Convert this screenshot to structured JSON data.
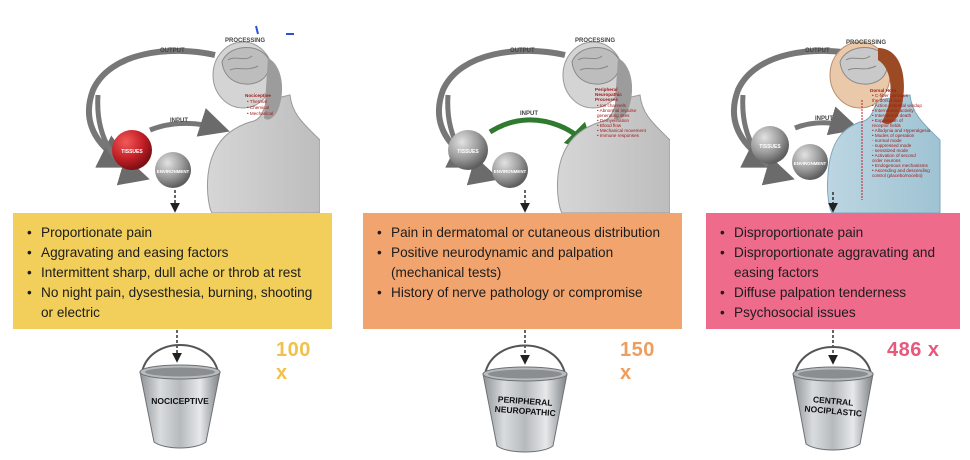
{
  "colors": {
    "nociceptive_box": "#f2cf5b",
    "neuropathic_box": "#f2a46e",
    "nociplastic_box": "#ef6b8c",
    "nociceptive_mult": "#f1c14b",
    "neuropathic_mult": "#ef9d5c",
    "nociplastic_mult": "#e8577c",
    "tissue_red": "#c42027",
    "input_green": "#2f7a2f"
  },
  "panels": [
    {
      "figure": {
        "output": "OUTPUT",
        "processing": "PROCESSING",
        "input": "INPUT",
        "tissues": "TISSUES",
        "environment": "ENVIRONMENT",
        "notes": [
          "Nociceptive",
          "• Thermal",
          "• Chemical",
          "• Mechanical"
        ]
      },
      "bullets": [
        "Proportionate pain",
        "Aggravating and easing factors",
        "Intermittent sharp, dull ache or throb at rest",
        "No night pain, dysesthesia, burning, shooting or electric"
      ],
      "multiplier": "100 x",
      "bucket_label": [
        "NOCICEPTIVE"
      ]
    },
    {
      "figure": {
        "output": "OUTPUT",
        "processing": "PROCESSING",
        "input": "INPUT",
        "tissues": "TISSUES",
        "environment": "ENVIRONMENT",
        "notes": [
          "Peripheral",
          "Neuropathic",
          "Processes",
          "• Ion channels",
          "• Abnormal impulse",
          "  generating sites",
          "• Demyelination",
          "• Blood flow",
          "• Mechanical movement",
          "• Immune responses"
        ]
      },
      "bullets": [
        "Pain in dermatomal or cutaneous distribution",
        "Positive neurodynamic and palpation (mechanical tests)",
        "History of nerve pathology or compromise"
      ],
      "multiplier": "150 x",
      "bucket_label": [
        "PERIPHERAL",
        "NEUROPATHIC"
      ]
    },
    {
      "figure": {
        "output": "OUTPUT",
        "processing": "PROCESSING",
        "input": "INPUT",
        "tissues": "TISSUES",
        "environment": "ENVIRONMENT",
        "notes": [
          "Dorsal Horn",
          "• C-fiber barrages",
          "  the dorsal horn",
          "• Action potential windup",
          "• Interneuron activity",
          "• Interneuron death",
          "• Expression of",
          "  receptor fields",
          "• Allodynia and Hyperalgesia",
          "• Modes of operation",
          "  - normal mode",
          "  - suppressed mode",
          "  - sensitized mode",
          "• Activation of second",
          "  order neurons",
          "• Endogenous mechanisms",
          "• Ascending and descending",
          "  control (placebo/nocebo)"
        ]
      },
      "bullets": [
        "Disproportionate pain",
        "Disproportionate aggravating and easing factors",
        "Diffuse palpation tenderness",
        "Psychosocial issues"
      ],
      "multiplier": "486 x",
      "bucket_label": [
        "CENTRAL",
        "NOCIPLASTIC"
      ]
    }
  ]
}
